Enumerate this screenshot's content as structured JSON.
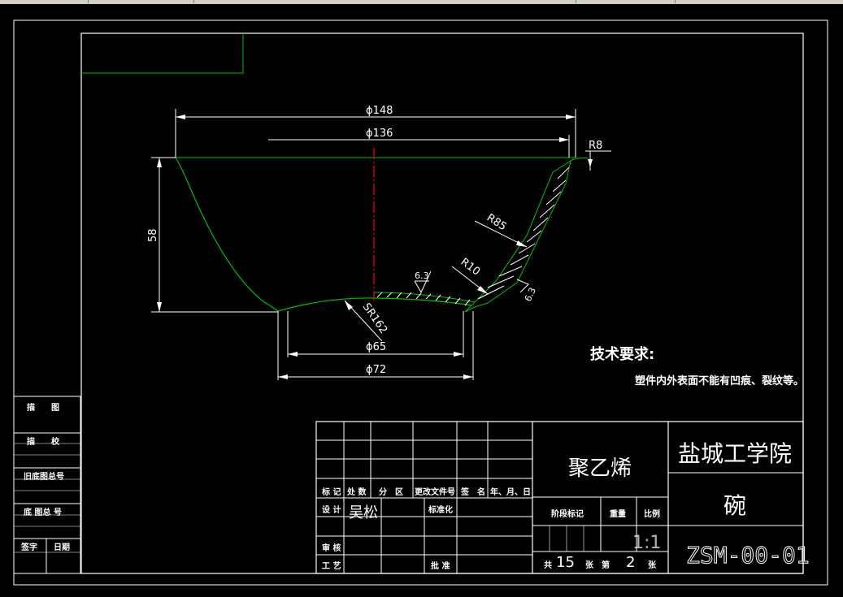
{
  "colors": {
    "background": "#000000",
    "line": "#ffffff",
    "profile": "#00c000",
    "centerline": "#ff0000",
    "hatch": "#ffffff"
  },
  "dimensions": {
    "d148": "ϕ148",
    "d136": "ϕ136",
    "r8": "R8",
    "h58": "58",
    "r85": "R85",
    "r10": "R10",
    "sr162": "SR162",
    "d65": "ϕ65",
    "d72": "ϕ72",
    "rough1": "6.3",
    "rough2": "6.3"
  },
  "notes": {
    "title": "技术要求:",
    "line1": "塑件内外表面不能有凹痕、裂纹等。"
  },
  "left_strip": {
    "row1": "描　　图",
    "row2": "描　　校",
    "row3": "旧底图总号",
    "row4": "底 图总 号",
    "row5a": "签字",
    "row5b": "日期"
  },
  "title_block": {
    "h_mark": "标 记",
    "h_qty": "处 数",
    "h_zone": "分　区",
    "h_doc": "更改文件号",
    "h_sign": "签　名",
    "h_date": "年、月、日",
    "design_label": "设 计",
    "designer": "吴松",
    "std_label": "标准化",
    "review_label": "审 核",
    "process_label": "工 艺",
    "approve_label": "批 准",
    "material": "聚乙烯",
    "stage_label": "阶段标记",
    "weight_label": "重量",
    "scale_label": "比例",
    "scale": "1:1",
    "total_label": "共",
    "total_sheets": "15",
    "sheet_label": "张　第",
    "sheet_no": "2",
    "sheet_suffix": "张",
    "school": "盐城工学院",
    "part_name": "碗",
    "drawing_no": "ZSM-00-01"
  }
}
